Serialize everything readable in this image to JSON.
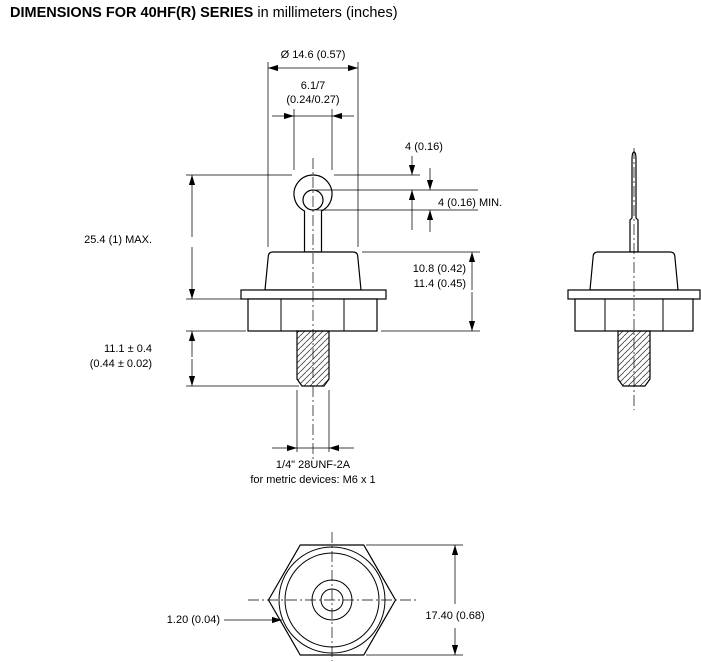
{
  "title": {
    "main": "DIMENSIONS FOR 40HF(R) SERIES",
    "suffix": " in millimeters (inches)"
  },
  "front_view": {
    "dim_body_diameter": "Ø 14.6 (0.57)",
    "dim_terminal_width_mm": "6.1/7",
    "dim_terminal_width_in": "(0.24/0.27)",
    "dim_hole_offset": "4 (0.16)",
    "dim_hole_diameter": "4 (0.16) MIN.",
    "dim_overall_height": "25.4 (1) MAX.",
    "dim_body_height_min": "10.8 (0.42)",
    "dim_body_height_max": "11.4 (0.45)",
    "dim_stud_length_mm": "11.1 ± 0.4",
    "dim_stud_length_in": "(0.44 ± 0.02)",
    "thread_spec": "1/4\" 28UNF-2A",
    "thread_metric_note": "for metric devices: M6 x 1"
  },
  "bottom_view": {
    "dim_rim_width": "1.20 (0.04)",
    "dim_hex_across_flats": "17.40 (0.68)"
  }
}
